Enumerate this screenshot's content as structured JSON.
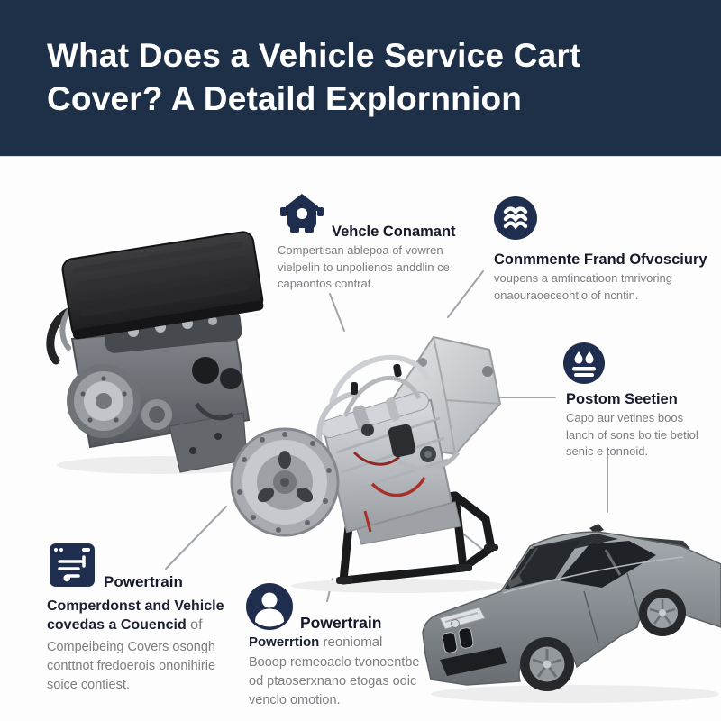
{
  "header": {
    "title_line1": "What Does a Vehicle Service Cart",
    "title_line2": "Cover? A Detaild Explornnion"
  },
  "colors": {
    "header_bg": "#1e3048",
    "icon_navy": "#1f2e4f",
    "heading_text": "#15192b",
    "body_text": "#7b7d80",
    "connector_line": "#a0a4a8",
    "accent_red": "#a8302a",
    "car_gray": "#81868b"
  },
  "callouts": {
    "vehicle_component": {
      "icon": "engine-icon",
      "title": "Vehcle Conamant",
      "body": "Compertisan ablepoa of vowren vielpelin to unpolienos anddlin ce capaontos contrat."
    },
    "comments_brand": {
      "icon": "layers-wave-icon",
      "title": "Conmmente Frand Ofvosciury",
      "body": "voupens a amtincatioon tmrivoring onaouraoeceohtio of ncntin."
    },
    "position_section": {
      "icon": "oil-drops-icon",
      "title": "Postom Seetien",
      "body": "Capo aur vetines boos lanch of sons bo tie betiol senic e tonnoid."
    },
    "powertrain_left": {
      "icon": "window-sliders-icon",
      "title": "Powertrain",
      "subtitle_bold": "Comperdonst and Vehicle covedas a Couencid",
      "subtitle_light": " of",
      "body": "Compeibeing Covers osongh conttnot fredoerois ononihirie soice contiest."
    },
    "powertrain_center": {
      "icon": "person-icon",
      "title": "Powertrain",
      "lead_bold": "Powerrtion",
      "lead_light": " reoniomal",
      "body": "Booop remeoaclo tvonoentbe od ptaoserxnano etogas ooic venclo omotion."
    }
  }
}
